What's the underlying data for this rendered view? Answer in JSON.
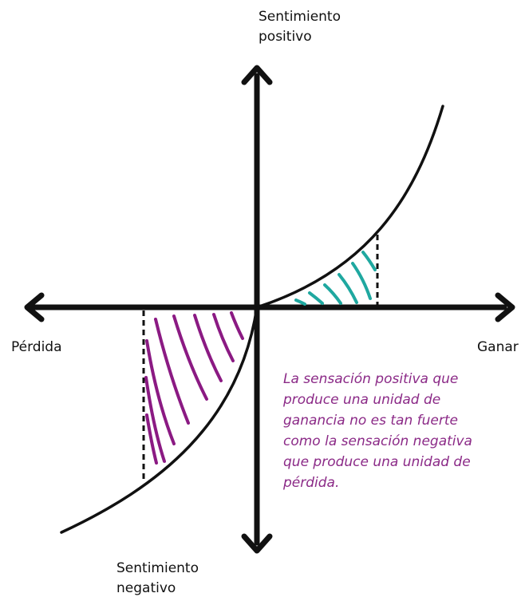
{
  "labels": {
    "top": {
      "line1": "Sentimiento",
      "line2": "positivo"
    },
    "bottom": {
      "line1": "Sentimiento",
      "line2": "negativo"
    },
    "left": "Pérdida",
    "right": "Ganar"
  },
  "annotation": {
    "lines": [
      "La sensación positiva que",
      "produce una unidad de",
      "ganancia no es tan fuerte",
      "como la sensación negativa",
      "que produce una unidad de",
      "pérdida."
    ]
  },
  "colors": {
    "axis": "#111111",
    "curve": "#111111",
    "gain_hatch": "#1fa8a0",
    "loss_hatch": "#8b1a83",
    "annotation_text": "#8b2a87"
  }
}
